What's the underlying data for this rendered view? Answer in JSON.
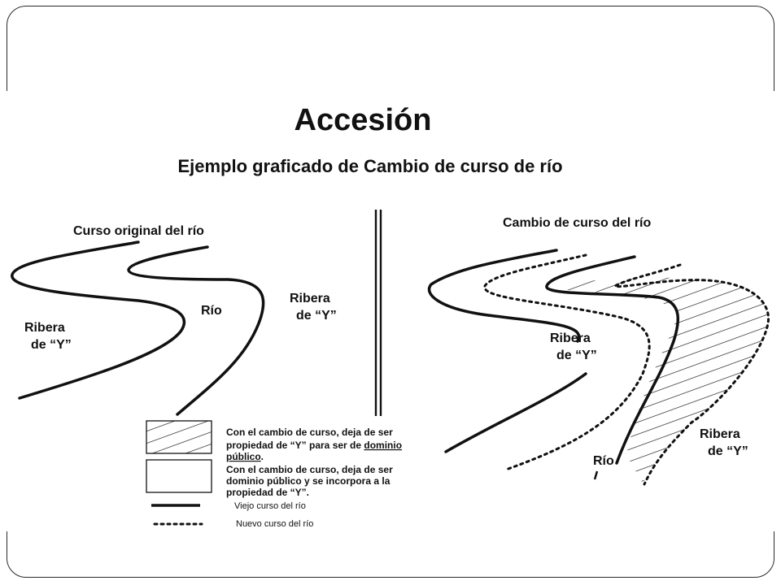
{
  "title": "Accesión",
  "subtitle": "Ejemplo graficado de Cambio de curso de río",
  "left_panel": {
    "heading": "Curso original del río",
    "label_rio": "Río",
    "label_ribera_left_1": "Ribera",
    "label_ribera_left_2": "de “Y”",
    "label_ribera_right_1": "Ribera",
    "label_ribera_right_2": "de “Y”"
  },
  "right_panel": {
    "heading": "Cambio de curso del río",
    "label_ribera_mid_1": "Ribera",
    "label_ribera_mid_2": "de “Y”",
    "label_ribera_right_1": "Ribera",
    "label_ribera_right_2": "de “Y”",
    "label_rio": "Río"
  },
  "legend": {
    "hatched_line1": "Con el cambio de curso, deja de ser",
    "hatched_line2_prefix": "propiedad de “Y” para ser de ",
    "hatched_line2_underlined": "dominio",
    "hatched_line3_underlined": "público",
    "hatched_line3_suffix": ".",
    "blank_line1": "Con el cambio de curso, deja de ser",
    "blank_line2": "dominio público y se incorpora a la",
    "blank_line3": "propiedad de “Y”.",
    "solid_label": "Viejo curso del río",
    "dotted_label": "Nuevo curso del río"
  }
}
